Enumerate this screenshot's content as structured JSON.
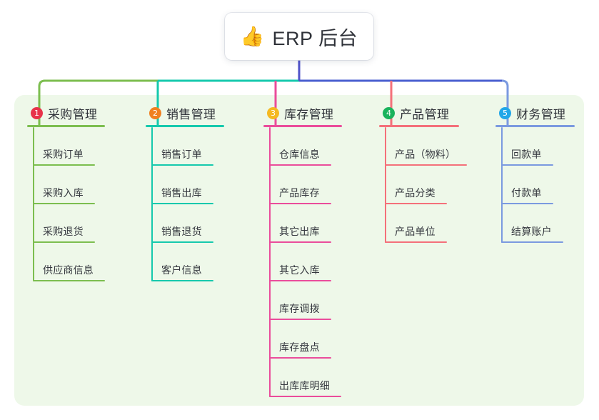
{
  "root": {
    "icon": "thumbs-up-icon",
    "emoji": "👍",
    "title": "ERP 后台"
  },
  "canvas": {
    "background": "#eef8e9"
  },
  "connector": {
    "stem_color": "#4f52c9",
    "bus_segments": [
      {
        "color": "#7cbe4f"
      },
      {
        "color": "#16c9ad"
      },
      {
        "color": "#4a5fd0"
      }
    ]
  },
  "branches": [
    {
      "number": "1",
      "title": "采购管理",
      "badge_color": "#e8334a",
      "line_color": "#7cbe4f",
      "items": [
        {
          "label": "采购订单"
        },
        {
          "label": "采购入库"
        },
        {
          "label": "采购退货"
        },
        {
          "label": "供应商信息"
        }
      ]
    },
    {
      "number": "2",
      "title": "销售管理",
      "badge_color": "#f08020",
      "line_color": "#16c9ad",
      "items": [
        {
          "label": "销售订单"
        },
        {
          "label": "销售出库"
        },
        {
          "label": "销售退货"
        },
        {
          "label": "客户信息"
        }
      ]
    },
    {
      "number": "3",
      "title": "库存管理",
      "badge_color": "#f5b921",
      "line_color": "#ea4d9b",
      "items": [
        {
          "label": "仓库信息"
        },
        {
          "label": "产品库存"
        },
        {
          "label": "其它出库"
        },
        {
          "label": "其它入库"
        },
        {
          "label": "库存调拨"
        },
        {
          "label": "库存盘点"
        },
        {
          "label": "出库库明细"
        }
      ]
    },
    {
      "number": "4",
      "title": "产品管理",
      "badge_color": "#19b35c",
      "line_color": "#f4707a",
      "items": [
        {
          "label": "产品（物料）"
        },
        {
          "label": "产品分类"
        },
        {
          "label": "产品单位"
        }
      ]
    },
    {
      "number": "5",
      "title": "财务管理",
      "badge_color": "#22a7e8",
      "line_color": "#7b9ae0",
      "items": [
        {
          "label": "回款单"
        },
        {
          "label": "付款单"
        },
        {
          "label": "结算账户"
        }
      ]
    }
  ]
}
